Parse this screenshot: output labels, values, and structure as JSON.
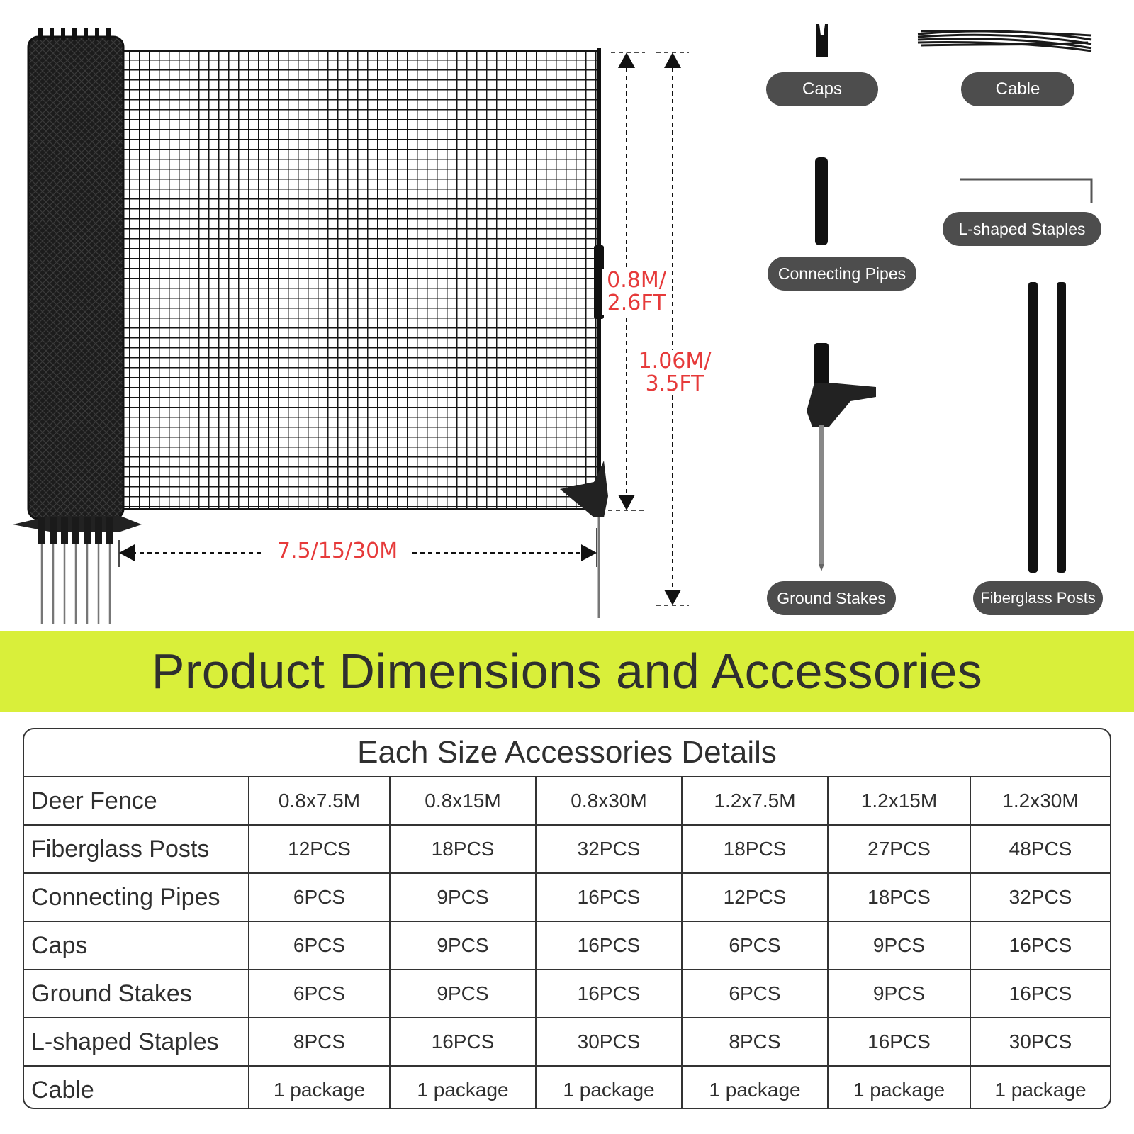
{
  "dimensions": {
    "width_label": "7.5/15/30M",
    "height_inner_label_line1": "0.8M/",
    "height_inner_label_line2": "2.6FT",
    "height_outer_label_line1": "1.06M/",
    "height_outer_label_line2": "3.5FT"
  },
  "accessories": {
    "caps": "Caps",
    "cable": "Cable",
    "connecting_pipes": "Connecting Pipes",
    "l_shaped_staples": "L-shaped Staples",
    "ground_stakes": "Ground Stakes",
    "fiberglass_posts": "Fiberglass Posts"
  },
  "banner": {
    "title": "Product Dimensions and Accessories"
  },
  "table": {
    "title": "Each Size Accessories Details",
    "rows": [
      {
        "label": "Deer Fence",
        "values": [
          "0.8x7.5M",
          "0.8x15M",
          "0.8x30M",
          "1.2x7.5M",
          "1.2x15M",
          "1.2x30M"
        ]
      },
      {
        "label": "Fiberglass Posts",
        "values": [
          "12PCS",
          "18PCS",
          "32PCS",
          "18PCS",
          "27PCS",
          "48PCS"
        ]
      },
      {
        "label": "Connecting Pipes",
        "values": [
          "6PCS",
          "9PCS",
          "16PCS",
          "12PCS",
          "18PCS",
          "32PCS"
        ]
      },
      {
        "label": "Caps",
        "values": [
          "6PCS",
          "9PCS",
          "16PCS",
          "6PCS",
          "9PCS",
          "16PCS"
        ]
      },
      {
        "label": "Ground Stakes",
        "values": [
          "6PCS",
          "9PCS",
          "16PCS",
          "6PCS",
          "9PCS",
          "16PCS"
        ]
      },
      {
        "label": "L-shaped Staples",
        "values": [
          "8PCS",
          "16PCS",
          "30PCS",
          "8PCS",
          "16PCS",
          "30PCS"
        ]
      },
      {
        "label": "Cable",
        "values": [
          "1 package",
          "1 package",
          "1 package",
          "1 package",
          "1 package",
          "1 package"
        ]
      }
    ]
  },
  "colors": {
    "banner": "#d9ef3a",
    "dimension_text": "#e63a3a",
    "pill": "#4d4d4d",
    "ink": "#2f2f2f"
  }
}
